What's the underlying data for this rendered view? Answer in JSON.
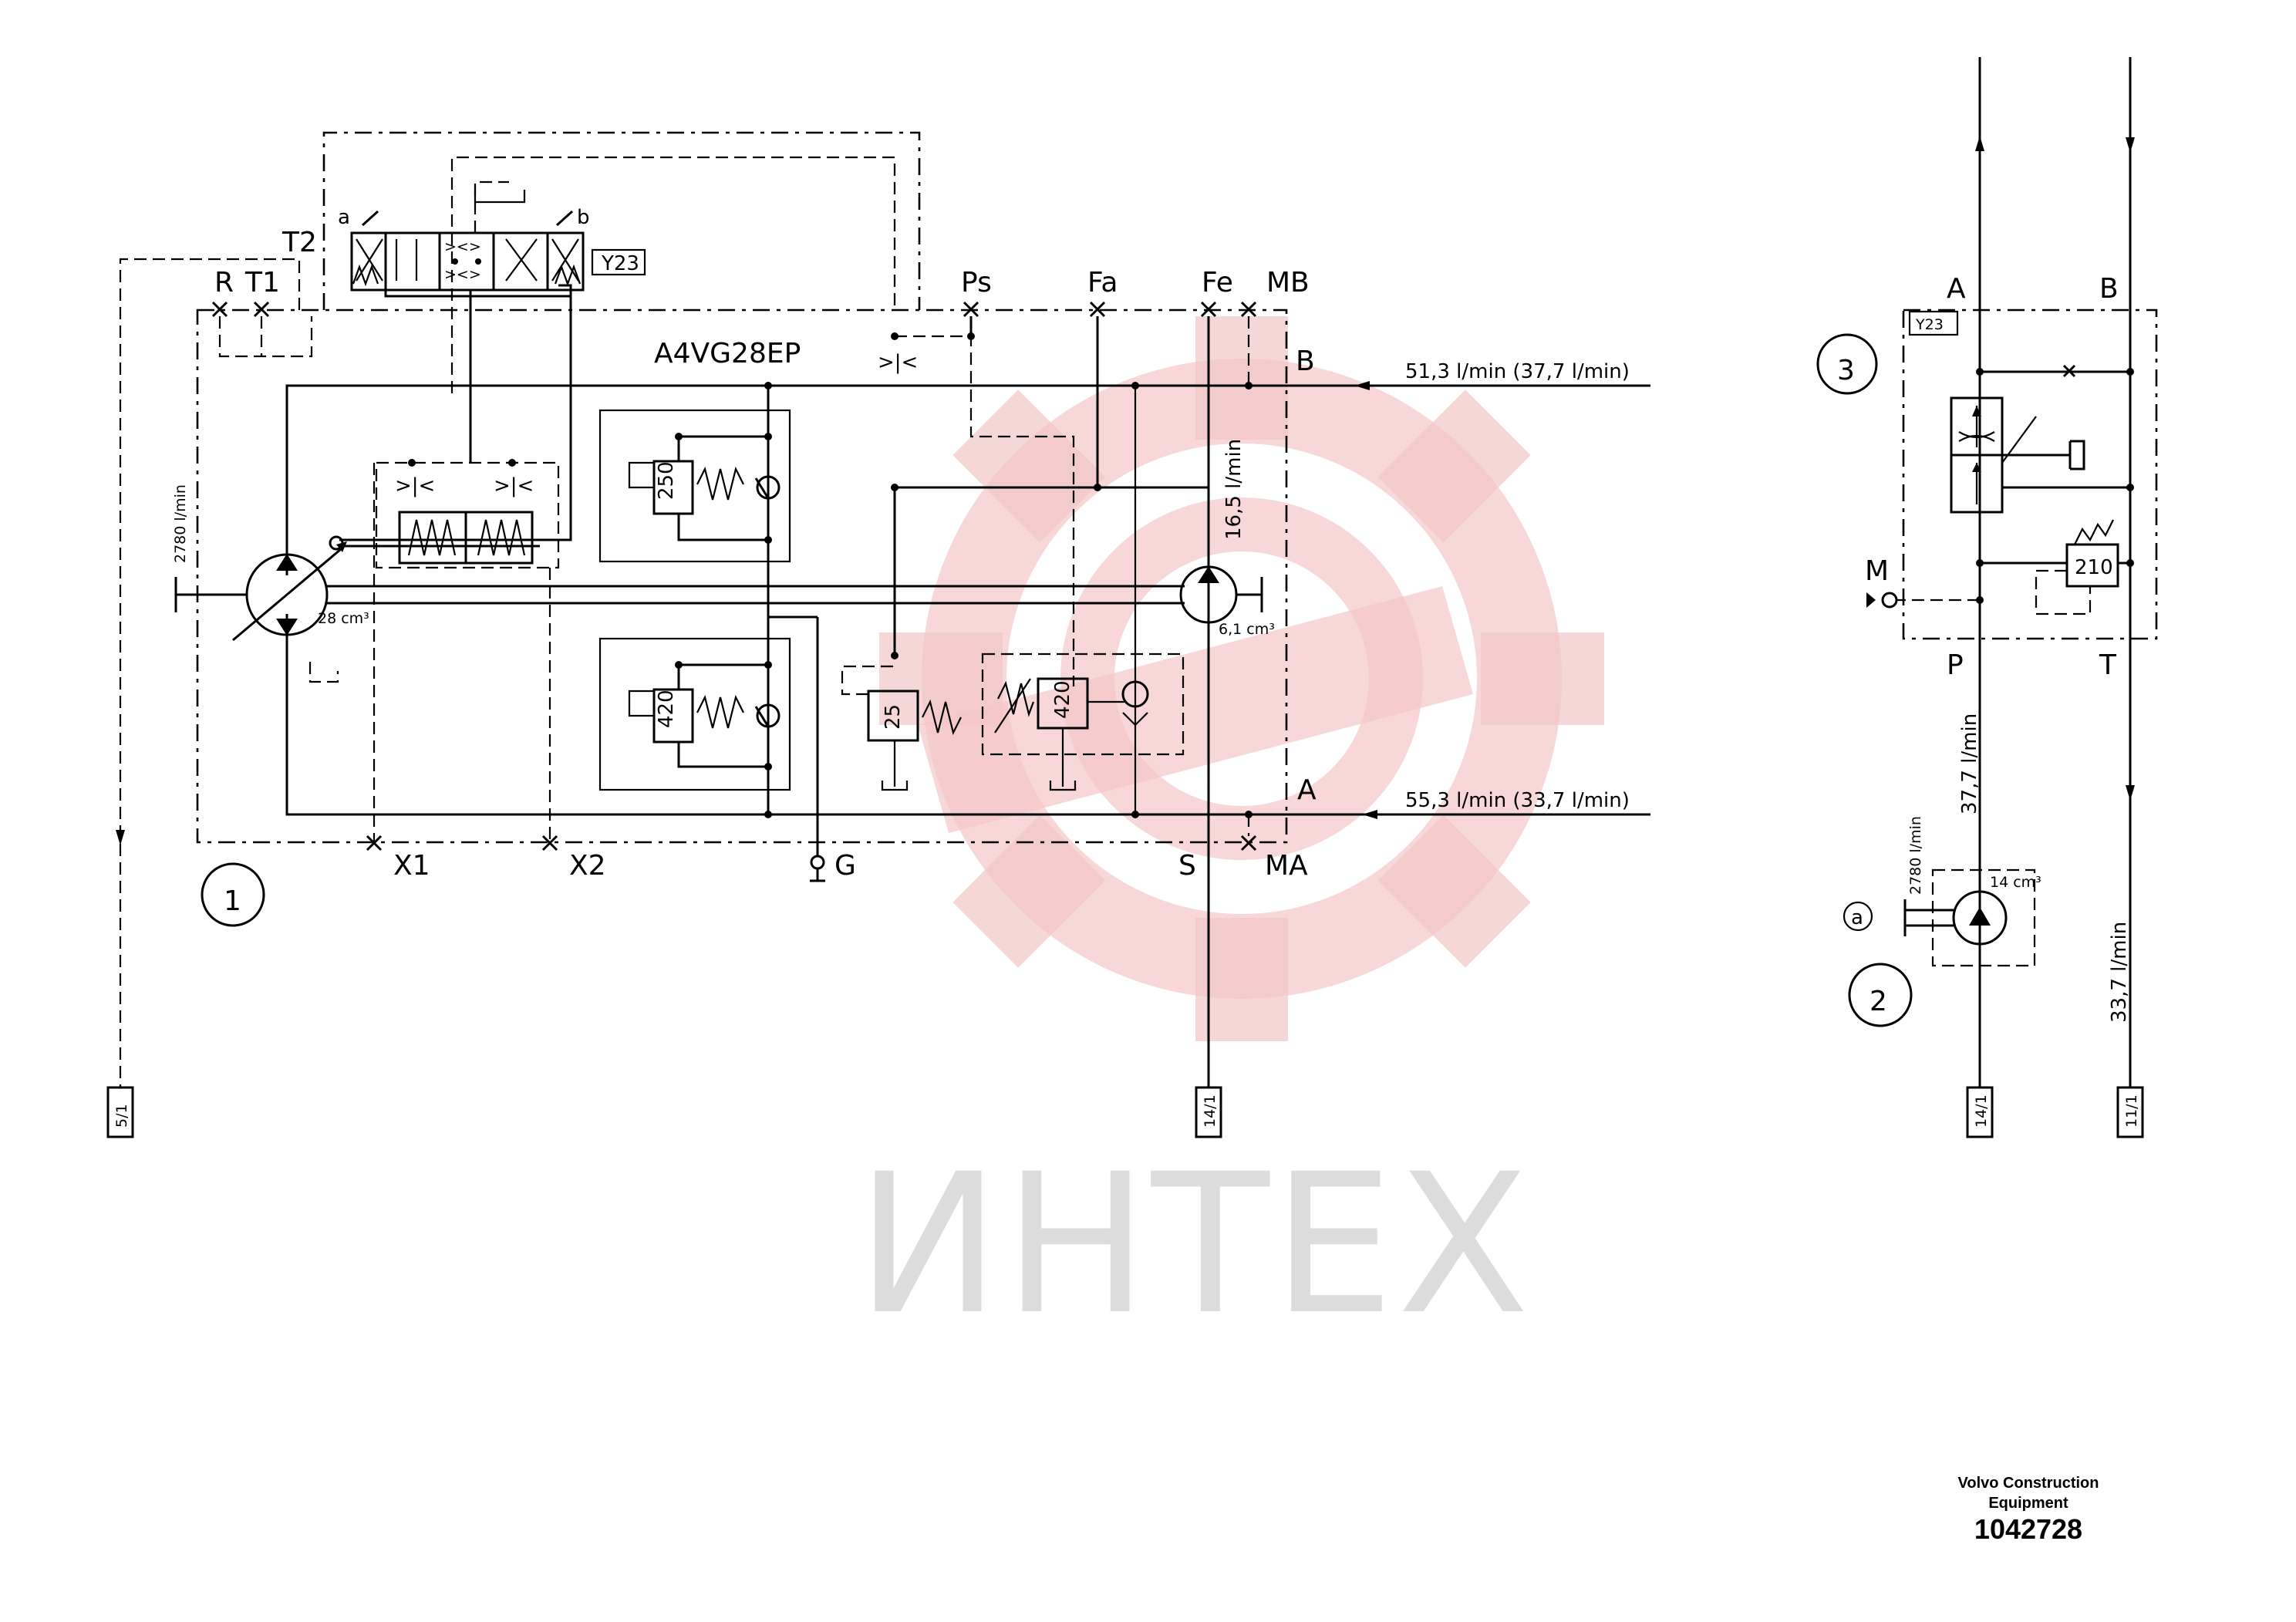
{
  "model": "A4VG28EP",
  "ports": {
    "R": "R",
    "T1": "T1",
    "T2": "T2",
    "Ps": "Ps",
    "Fa": "Fa",
    "Fe": "Fe",
    "MB": "MB",
    "B": "B",
    "A": "A",
    "X1": "X1",
    "X2": "X2",
    "G": "G",
    "S": "S",
    "MA": "MA"
  },
  "solenoid": {
    "tag": "Y23",
    "side_a": "a",
    "side_b": "b"
  },
  "flows": {
    "line_B": "51,3 l/min (37,7 l/min)",
    "line_A": "55,3 l/min (33,7 l/min)",
    "charge": "16,5 l/min",
    "main_speed": "2780 l/min",
    "pump2_speed": "2780 l/min",
    "pump2_flow": "37,7 l/min",
    "return_flow": "33,7 l/min"
  },
  "displacements": {
    "main_pump": "28 cm³",
    "charge_pump": "6,1 cm³",
    "pump2": "14 cm³"
  },
  "valve_settings": {
    "upper_relief": "250",
    "lower_relief": "420",
    "charge_relief": "25",
    "pressure_cutoff": "420",
    "block3_relief": "210"
  },
  "block3": {
    "tag": "Y23",
    "ports": {
      "A": "A",
      "B": "B",
      "M": "M",
      "P": "P",
      "T": "T"
    }
  },
  "callouts": {
    "c1": "1",
    "c2": "2",
    "c3": "3",
    "ca": "a"
  },
  "references": {
    "r1": "5/1",
    "r2": "14/1",
    "r3": "14/1",
    "r4": "11/1"
  },
  "watermark": "ИНТЕХ",
  "footer": {
    "company": "Volvo Construction Equipment",
    "part_number": "1042728"
  }
}
